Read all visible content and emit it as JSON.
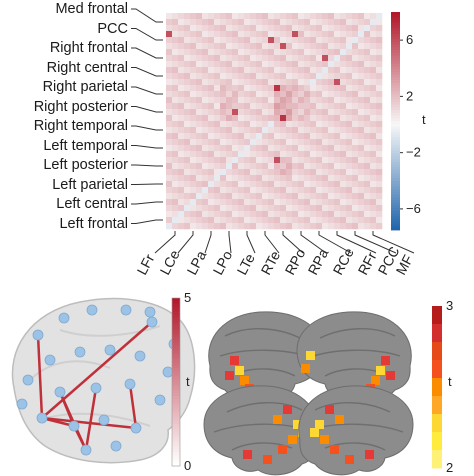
{
  "chart_data": [
    {
      "type": "heatmap",
      "row_labels": [
        "Med frontal",
        "PCC",
        "Right frontal",
        "Right central",
        "Right parietal",
        "Right posterior",
        "Right temporal",
        "Left temporal",
        "Left posterior",
        "Left parietal",
        "Left central",
        "Left frontal"
      ],
      "col_labels": [
        "LFr",
        "LCe",
        "LPa",
        "LPo",
        "LTe",
        "RTe",
        "RPo",
        "RPa",
        "RCe",
        "RFr",
        "PCC",
        "MF"
      ],
      "colorbar": {
        "label": "t",
        "ticks": [
          -6,
          -2,
          2,
          6
        ],
        "range": [
          -7.5,
          8
        ]
      },
      "highlights": [
        {
          "row": "PCC",
          "col": "LFr",
          "value": 6
        },
        {
          "row": "PCC",
          "col": "RTe",
          "value": 6
        },
        {
          "row": "PCC",
          "col": "RPo",
          "value": 6
        },
        {
          "row": "PCC",
          "col": "RPa",
          "value": 6
        },
        {
          "row": "Right frontal",
          "col": "RCe",
          "value": 6
        },
        {
          "row": "Right central",
          "col": "RFr",
          "value": 6
        },
        {
          "row": "Right parietal",
          "col": "RPo",
          "value": 7
        },
        {
          "row": "Right posterior",
          "col": "LPo",
          "value": 6
        },
        {
          "row": "Right posterior",
          "col": "RPo",
          "value": 7
        },
        {
          "row": "Left posterior",
          "col": "RPo",
          "value": 6
        }
      ]
    },
    {
      "type": "network",
      "colorbar": {
        "label": "t",
        "ticks": [
          0,
          5
        ],
        "range": [
          0,
          5
        ]
      },
      "edge_count": 9
    },
    {
      "type": "surface",
      "colorbar": {
        "label": "t",
        "ticks": [
          2,
          3
        ],
        "range": [
          2,
          3
        ]
      },
      "views": [
        "left-lateral",
        "right-lateral",
        "left-medial",
        "right-medial"
      ]
    }
  ],
  "colors": {
    "max": "#b2182b",
    "mid": "#f7f7f7",
    "min": "#2166ac",
    "node": "#9cc3e6",
    "edge": "#c0303a"
  }
}
